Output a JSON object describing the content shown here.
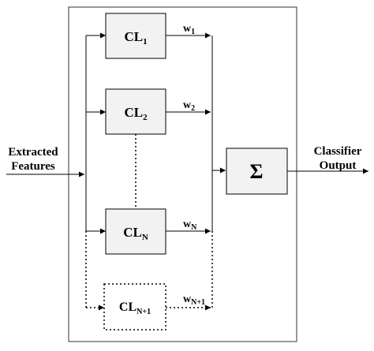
{
  "input_label": {
    "line1": "Extracted",
    "line2": "Features"
  },
  "output_label": {
    "line1": "Classifier",
    "line2": "Output"
  },
  "classifiers": [
    {
      "base": "CL",
      "sub": "1"
    },
    {
      "base": "CL",
      "sub": "2"
    },
    {
      "base": "CL",
      "sub": "N"
    },
    {
      "base": "CL",
      "sub": "N+1"
    }
  ],
  "weights": [
    {
      "base": "w",
      "sub": "1"
    },
    {
      "base": "w",
      "sub": "2"
    },
    {
      "base": "w",
      "sub": "N"
    },
    {
      "base": "w",
      "sub": "N+1"
    }
  ],
  "combiner_symbol": "Σ",
  "colors": {
    "stroke": "#000000",
    "panel_bg": "#ffffff",
    "box_fill": "#f2f2f2"
  }
}
